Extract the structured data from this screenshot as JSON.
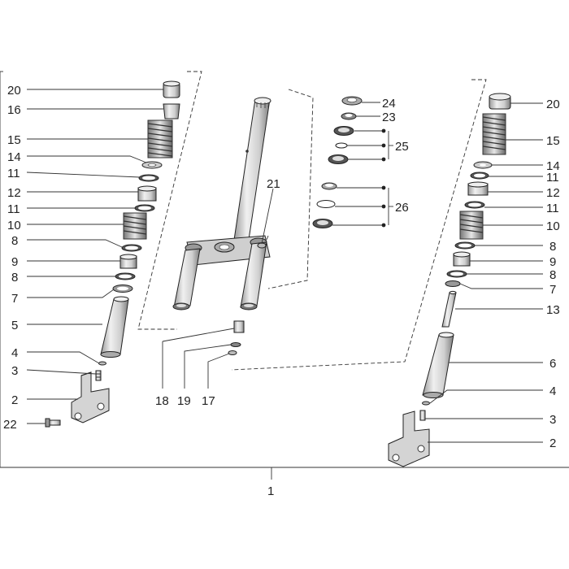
{
  "diagram": {
    "assembly_label": "1",
    "left_leg_labels": [
      "20",
      "16",
      "15",
      "14",
      "11",
      "12",
      "11",
      "10",
      "8",
      "9",
      "8",
      "7",
      "5",
      "4",
      "3",
      "2",
      "22"
    ],
    "center_labels": [
      "21",
      "18",
      "19",
      "17"
    ],
    "bearing_labels": [
      "24",
      "23",
      "25",
      "26"
    ],
    "right_leg_labels": [
      "20",
      "15",
      "14",
      "11",
      "12",
      "11",
      "10",
      "8",
      "9",
      "8",
      "7",
      "13",
      "6",
      "4",
      "3",
      "2"
    ],
    "colors": {
      "line": "#222222",
      "part_fill": "#d9d9d9",
      "part_dark": "#8a8a8a",
      "background": "#ffffff"
    }
  }
}
